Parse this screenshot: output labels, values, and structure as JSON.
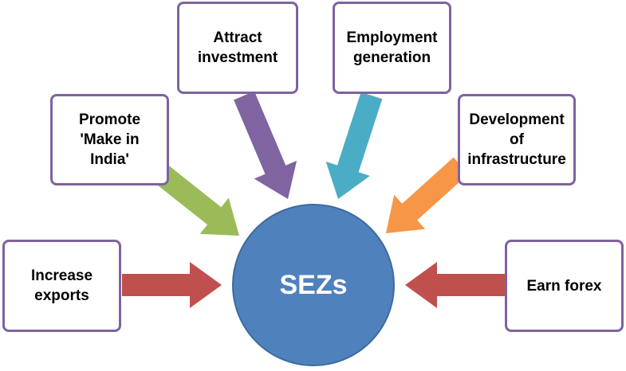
{
  "diagram": {
    "center": {
      "label": "SEZs",
      "color": "#4f81bd"
    },
    "box_border_color": "#7f62a0",
    "nodes": [
      {
        "id": "invest",
        "label": "Attract\ninvestment",
        "arrow_color": "#8064a2"
      },
      {
        "id": "employ",
        "label": "Employment\ngeneration",
        "arrow_color": "#4bacc6"
      },
      {
        "id": "promote",
        "label": "Promote\n'Make in\nIndia'",
        "arrow_color": "#9bbb59"
      },
      {
        "id": "infra",
        "label": "Development\nof\ninfrastructure",
        "arrow_color": "#f79646"
      },
      {
        "id": "exports",
        "label": "Increase\nexports",
        "arrow_color": "#c0504d"
      },
      {
        "id": "forex",
        "label": "Earn forex",
        "arrow_color": "#c0504d"
      }
    ]
  }
}
